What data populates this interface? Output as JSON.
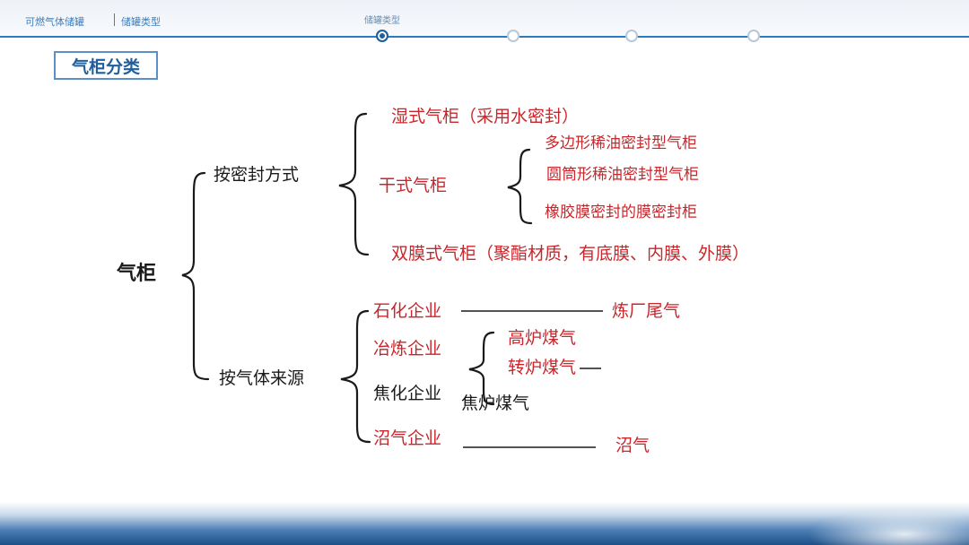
{
  "header": {
    "crumb_main": "可燃气体储罐",
    "crumb_sub": "储罐类型",
    "steps": [
      {
        "label": "储罐类型",
        "active": true
      },
      {
        "label": "",
        "active": false
      },
      {
        "label": "",
        "active": false
      },
      {
        "label": "",
        "active": false
      }
    ]
  },
  "title": "气柜分类",
  "tree": {
    "root": "气柜",
    "seal": {
      "label": "按密封方式",
      "wet": "湿式气柜（采用水密封）",
      "dry": "干式气柜",
      "dry_children": [
        "多边形稀油密封型气柜",
        "圆筒形稀油密封型气柜",
        "橡胶膜密封的膜密封柜"
      ],
      "double": "双膜式气柜（聚酯材质，有底膜、内膜、外膜）"
    },
    "source": {
      "label": "按气体来源",
      "petro": "石化企业",
      "petro_gas": "炼厂尾气",
      "smelt": "冶炼企业",
      "smelt_children": [
        "高炉煤气",
        "转炉煤气"
      ],
      "coke": "焦化企业",
      "coke_gas": "焦炉煤气",
      "biogas": "沼气企业",
      "biogas_gas": "沼气"
    }
  },
  "colors": {
    "accent": "#2a7bbf",
    "red": "#c8262b",
    "text": "#1a1a1a"
  }
}
